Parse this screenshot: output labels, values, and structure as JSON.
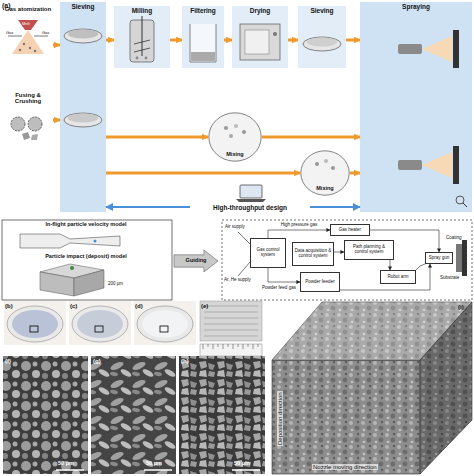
{
  "diagram": {
    "nodes": [
      {
        "text": [
          "Gas atomization"
        ]
      },
      {
        "text": [
          "Sieving"
        ]
      },
      {
        "text": [
          "Milling"
        ]
      },
      {
        "text": [
          "Filtering"
        ]
      },
      {
        "text": [
          "Drying"
        ]
      },
      {
        "text": [
          "Sieving"
        ]
      },
      {
        "text": [
          "Spraying"
        ]
      },
      {
        "text": [
          "Fusing & Crushing"
        ]
      },
      {
        "text": [
          "Mixing"
        ]
      },
      {
        "text": [
          "Mixing"
        ]
      },
      {
        "text": [
          "High-throughput design"
        ]
      },
      {
        "text": [
          "In-flight particle velocity model"
        ]
      },
      {
        "text": [
          "Particle impact (deposit) model"
        ]
      },
      {
        "text": [
          "Guiding"
        ]
      },
      {
        "text": [
          "Gas control system"
        ]
      },
      {
        "text": [
          "Gas heater"
        ]
      },
      {
        "text": [
          "Data acquisition & control system"
        ]
      },
      {
        "text": [
          "Path planning & control system"
        ]
      },
      {
        "text": [
          "Powder feeder"
        ]
      },
      {
        "text": [
          "Robot arm"
        ]
      },
      {
        "text": [
          "Spray gun"
        ]
      }
    ],
    "edges": [
      {
        "from": 0,
        "to": 1,
        "arrow": "to"
      },
      {
        "from": 7,
        "to": 1,
        "arrow": "to"
      },
      {
        "from": 1,
        "to": 2,
        "arrow": "to"
      },
      {
        "from": 2,
        "to": 3,
        "arrow": "to"
      },
      {
        "from": 3,
        "to": 4,
        "arrow": "to"
      },
      {
        "from": 4,
        "to": 5,
        "arrow": "to"
      },
      {
        "from": 5,
        "to": 6,
        "arrow": "to"
      },
      {
        "from": 1,
        "to": 8,
        "arrow": "to"
      },
      {
        "from": 8,
        "to": 6,
        "arrow": "to"
      },
      {
        "from": 1,
        "to": 9,
        "arrow": "to"
      },
      {
        "from": 9,
        "to": 6,
        "arrow": "to"
      },
      {
        "from": 10,
        "to": 1,
        "arrow": "to"
      },
      {
        "from": 10,
        "to": 6,
        "arrow": "to"
      },
      {
        "from": 14,
        "to": 15,
        "label": "High pressure gas",
        "arrow": "to"
      },
      {
        "from": 14,
        "to": 18,
        "label": "Powder feed gas",
        "arrow": "to"
      },
      {
        "from": 15,
        "to": 20,
        "arrow": "to"
      },
      {
        "from": 18,
        "to": 20,
        "arrow": "to"
      },
      {
        "from": 16,
        "to": 17,
        "arrow": "to"
      },
      {
        "from": 17,
        "to": 19,
        "arrow": "to"
      },
      {
        "from": 19,
        "to": 20,
        "arrow": "none"
      }
    ],
    "labels": [
      "(a)",
      "Melt",
      "Gas",
      "Gas",
      "Air supply",
      "Ar, He supply",
      "Coating",
      "Substrate",
      "200 μm",
      "(b)",
      "(c)",
      "(d)",
      "(e)",
      "(f)",
      "(g)",
      "(h)",
      "(i)",
      "50 μm",
      "50 μm",
      "50 μm",
      "Deposition direction",
      "Nozzle moving direction"
    ]
  }
}
